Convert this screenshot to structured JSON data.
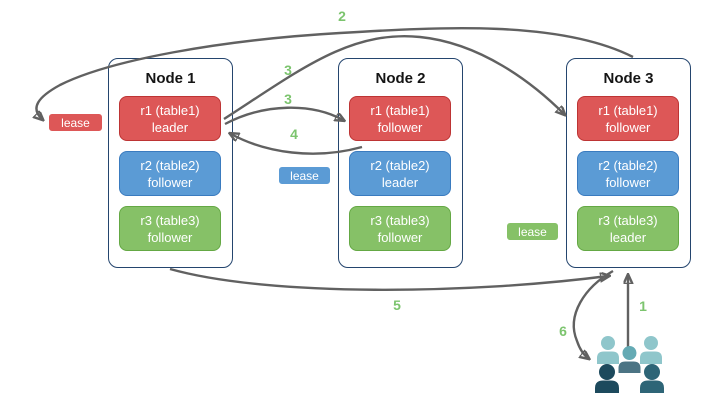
{
  "nodes": [
    {
      "title": "Node 1",
      "replicas": [
        {
          "name": "r1 (table1)",
          "role": "leader",
          "color": "red"
        },
        {
          "name": "r2 (table2)",
          "role": "follower",
          "color": "blue"
        },
        {
          "name": "r3 (table3)",
          "role": "follower",
          "color": "green"
        }
      ]
    },
    {
      "title": "Node 2",
      "replicas": [
        {
          "name": "r1 (table1)",
          "role": "follower",
          "color": "red"
        },
        {
          "name": "r2 (table2)",
          "role": "leader",
          "color": "blue"
        },
        {
          "name": "r3 (table3)",
          "role": "follower",
          "color": "green"
        }
      ]
    },
    {
      "title": "Node 3",
      "replicas": [
        {
          "name": "r1 (table1)",
          "role": "follower",
          "color": "red"
        },
        {
          "name": "r2 (table2)",
          "role": "follower",
          "color": "blue"
        },
        {
          "name": "r3 (table3)",
          "role": "leader",
          "color": "green"
        }
      ]
    }
  ],
  "leases": {
    "red": {
      "label": "lease"
    },
    "blue": {
      "label": "lease"
    },
    "green": {
      "label": "lease"
    }
  },
  "steps": {
    "s1": "1",
    "s2": "2",
    "s3a": "3",
    "s3b": "3",
    "s4": "4",
    "s5": "5",
    "s6": "6"
  },
  "icons": {
    "users": "users-group-icon"
  },
  "colors": {
    "replica_red": "#dd5757",
    "replica_red_border": "#bd3434",
    "replica_blue": "#5b9bd5",
    "replica_blue_border": "#3a7bbf",
    "replica_green": "#86c167",
    "replica_green_border": "#64a844",
    "node_border": "#24456e",
    "arrow_gray": "#616161",
    "step_green": "#7cc46e",
    "users_light_teal": "#8fc6cb",
    "users_mid_teal": "#64aab4",
    "users_slate": "#4c7484",
    "users_dark_navy": "#1d4a5d",
    "users_dark_teal": "#2e6577"
  }
}
